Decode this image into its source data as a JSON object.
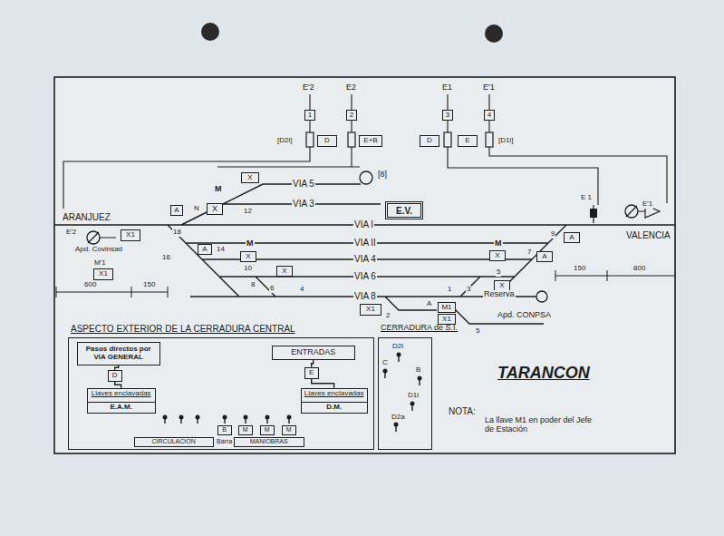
{
  "diagram": {
    "title": "TARANCON",
    "nodes": [
      {
        "text": [
          "1"
        ]
      },
      {
        "text": [
          "2"
        ]
      },
      {
        "text": [
          "3"
        ]
      },
      {
        "text": [
          "4"
        ]
      },
      {
        "text": [
          "D"
        ]
      },
      {
        "text": [
          "E+B"
        ]
      },
      {
        "text": [
          "D"
        ]
      },
      {
        "text": [
          "E"
        ]
      },
      {
        "text": [
          "X"
        ]
      },
      {
        "text": [
          "X"
        ]
      },
      {
        "text": [
          "E.V."
        ]
      },
      {
        "text": [
          "A"
        ]
      },
      {
        "text": [
          "X1"
        ]
      },
      {
        "text": [
          "X1"
        ]
      },
      {
        "text": [
          "A"
        ]
      },
      {
        "text": [
          "X"
        ]
      },
      {
        "text": [
          "X"
        ]
      },
      {
        "text": [
          "A"
        ]
      },
      {
        "text": [
          "A"
        ]
      },
      {
        "text": [
          "X"
        ]
      },
      {
        "text": [
          "X"
        ]
      },
      {
        "text": [
          "X1"
        ]
      },
      {
        "text": [
          "M1"
        ]
      },
      {
        "text": [
          "X1"
        ]
      },
      {
        "text": [
          "ASPECTO EXTERIOR DE LA CERRADURA CENTRAL"
        ]
      },
      {
        "text": [
          "Pasos directos por VIA GENERAL"
        ],
        "in": 24
      },
      {
        "text": [
          "D"
        ],
        "in": 24
      },
      {
        "text": [
          "Llaves enclavadas",
          "E.A.M."
        ],
        "in": 24
      },
      {
        "text": [
          "ENTRADAS"
        ],
        "in": 24
      },
      {
        "text": [
          "E"
        ],
        "in": 24
      },
      {
        "text": [
          "Llaves enclavadas",
          "D.M."
        ],
        "in": 24
      },
      {
        "text": [
          "B"
        ],
        "in": 24
      },
      {
        "text": [
          "M"
        ],
        "in": 24
      },
      {
        "text": [
          "M"
        ],
        "in": 24
      },
      {
        "text": [
          "M"
        ],
        "in": 24
      },
      {
        "text": [
          "CIRCULACION"
        ],
        "in": 24
      },
      {
        "text": [
          "MANIOBRAS"
        ],
        "in": 24
      },
      {
        "text": [
          "CERRADURA de S.I."
        ]
      }
    ],
    "edges": [
      {
        "from": 25,
        "to": 26,
        "arrow": "none"
      },
      {
        "from": 26,
        "to": 27,
        "arrow": "none"
      },
      {
        "from": 28,
        "to": 29,
        "arrow": "none"
      },
      {
        "from": 29,
        "to": 30,
        "arrow": "none"
      }
    ],
    "labels": [
      "E'2",
      "E2",
      "E1",
      "E'1",
      "[D2i]",
      "[D1i]",
      "[8]",
      "VIA 5",
      "VIA 3",
      "12",
      "M",
      "N",
      "18",
      "ARANJUEZ",
      "VIA I",
      "VIA II",
      "VIA 4",
      "VIA 6",
      "VIA 8",
      "E'2",
      "Apd. Covinsad",
      "M'1",
      "600",
      "150",
      "16",
      "14",
      "M",
      "10",
      "8",
      "6",
      "4",
      "E 1",
      "E'1",
      "VALENCIA",
      "9",
      "7",
      "M",
      "5",
      "3",
      "1",
      "Reserva",
      "2",
      "A",
      "Apd. CONPSA",
      "5",
      "150",
      "800",
      "Barra",
      "D2i",
      "C",
      "B",
      "D1i",
      "D2a",
      "NOTA:",
      "La llave M1 en poder del Jefe de Estación"
    ]
  }
}
